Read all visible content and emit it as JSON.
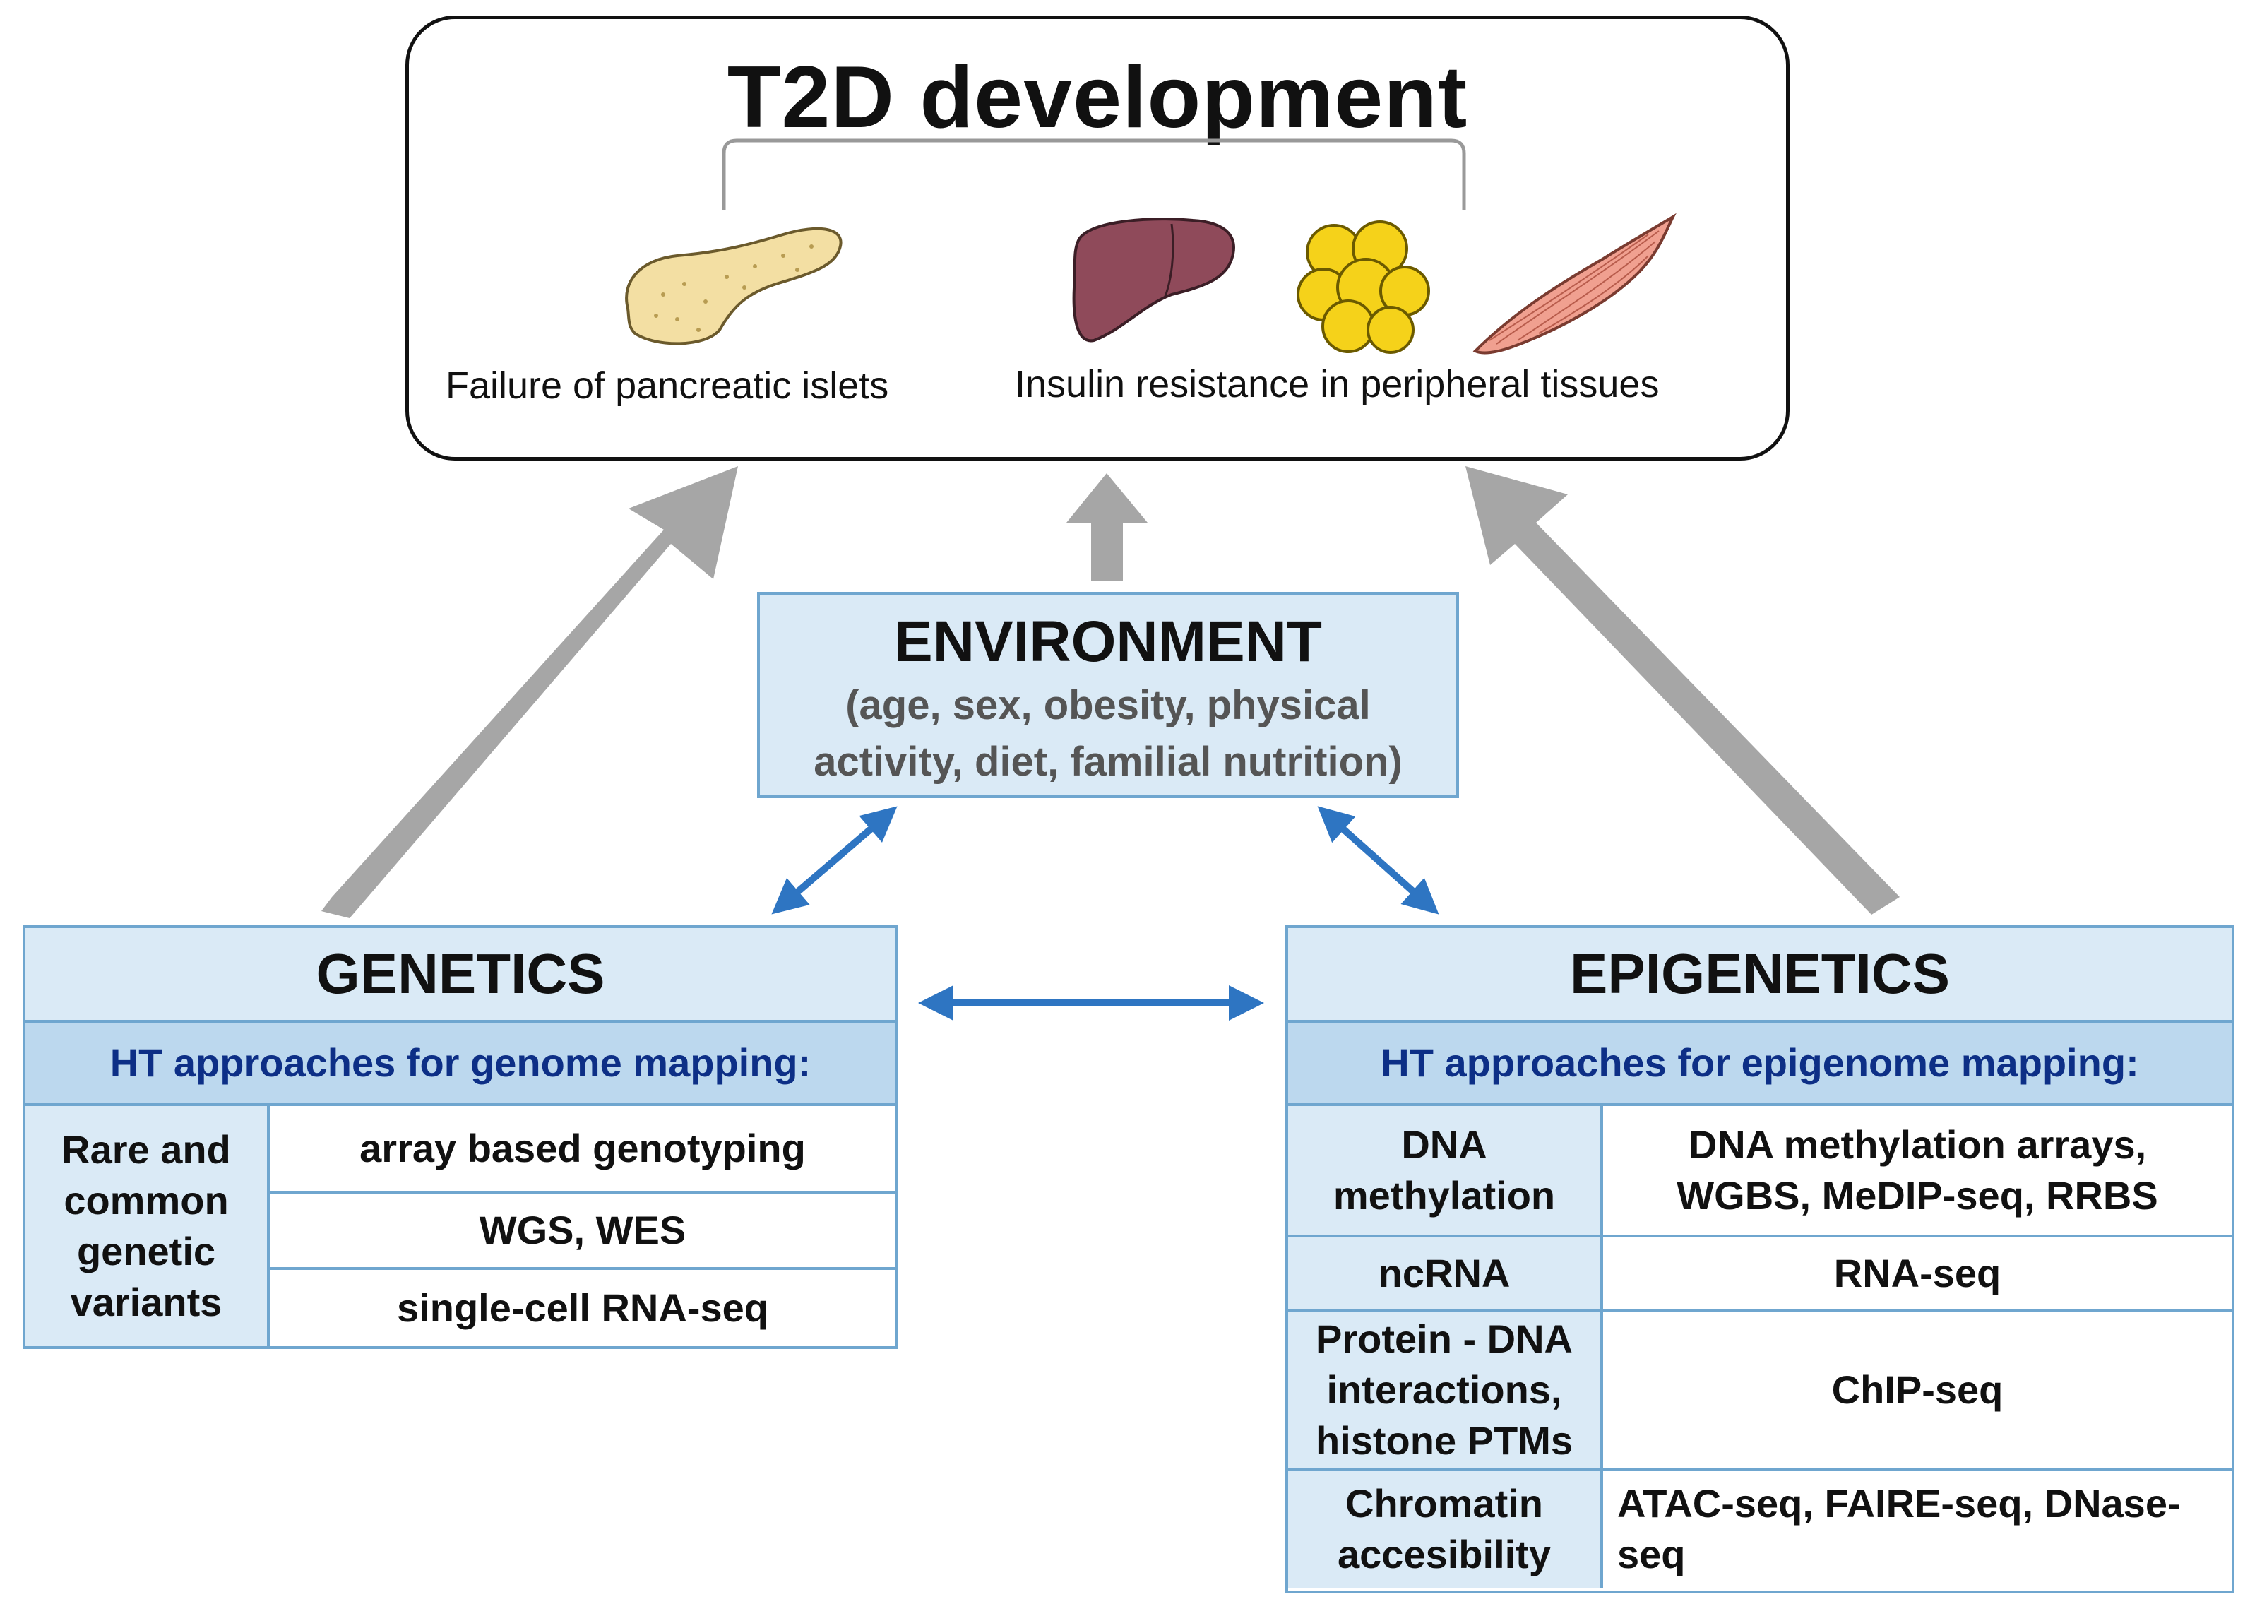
{
  "title": "T2D development",
  "organs": {
    "left_caption": "Failure of pancreatic islets",
    "right_caption": "Insulin resistance in peripheral tissues",
    "icons": [
      "pancreas-icon",
      "liver-icon",
      "adipose-tissue-icon",
      "muscle-icon"
    ]
  },
  "environment": {
    "title": "ENVIRONMENT",
    "line1": "(age, sex, obesity, physical",
    "line2": "activity, diet, familial  nutrition)"
  },
  "genetics": {
    "title": "GENETICS",
    "subtitle": "HT approaches for genome mapping:",
    "category": [
      "Rare and",
      "common",
      "genetic",
      "variants"
    ],
    "methods": [
      "array based genotyping",
      "WGS, WES",
      "single-cell  RNA-seq"
    ]
  },
  "epigenetics": {
    "title": "EPIGENETICS",
    "subtitle": "HT approaches for  epigenome  mapping:",
    "rows": [
      {
        "category": [
          "DNA",
          "methylation"
        ],
        "method": [
          "DNA methylation  arrays,",
          "WGBS, MeDIP-seq, RRBS"
        ]
      },
      {
        "category": [
          "ncRNA"
        ],
        "method": [
          "RNA-seq"
        ]
      },
      {
        "category": [
          "Protein - DNA",
          "interactions,",
          "histone PTMs"
        ],
        "method": [
          "ChIP-seq"
        ]
      },
      {
        "category": [
          "Chromatin",
          "accesibility"
        ],
        "method": [
          "ATAC-seq, FAIRE-seq, DNase-",
          "seq"
        ]
      }
    ]
  },
  "colors": {
    "gray_arrow": "#a6a6a6",
    "blue_arrow": "#2e75c2",
    "box_fill": "#daeaf6",
    "subheader_fill": "#bcd8ee",
    "border": "#6fa6cf",
    "subheader_text": "#0d2f86"
  }
}
